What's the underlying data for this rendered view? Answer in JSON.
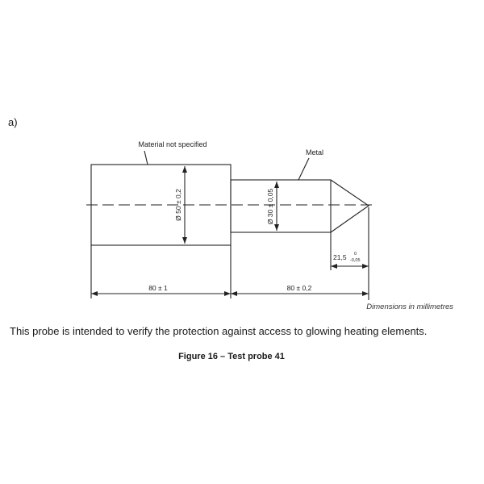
{
  "figure": {
    "part_label": "a)",
    "labels": {
      "material_not_specified": "Material not specified",
      "metal": "Metal"
    },
    "dimensions": {
      "large_diameter": "Ø 50 ± 0,2",
      "small_diameter": "Ø 30 ± 0,05",
      "tip_length": "21,5",
      "tip_tolerance_upper": "0",
      "tip_tolerance_lower": "-0,05",
      "handle_length": "80 ± 1",
      "probe_length": "80 ± 0,2"
    },
    "units_note": "Dimensions in millimetres"
  },
  "body_text": "This probe is intended to verify the protection against access to glowing heating elements.",
  "caption": "Figure 16 – Test probe 41"
}
